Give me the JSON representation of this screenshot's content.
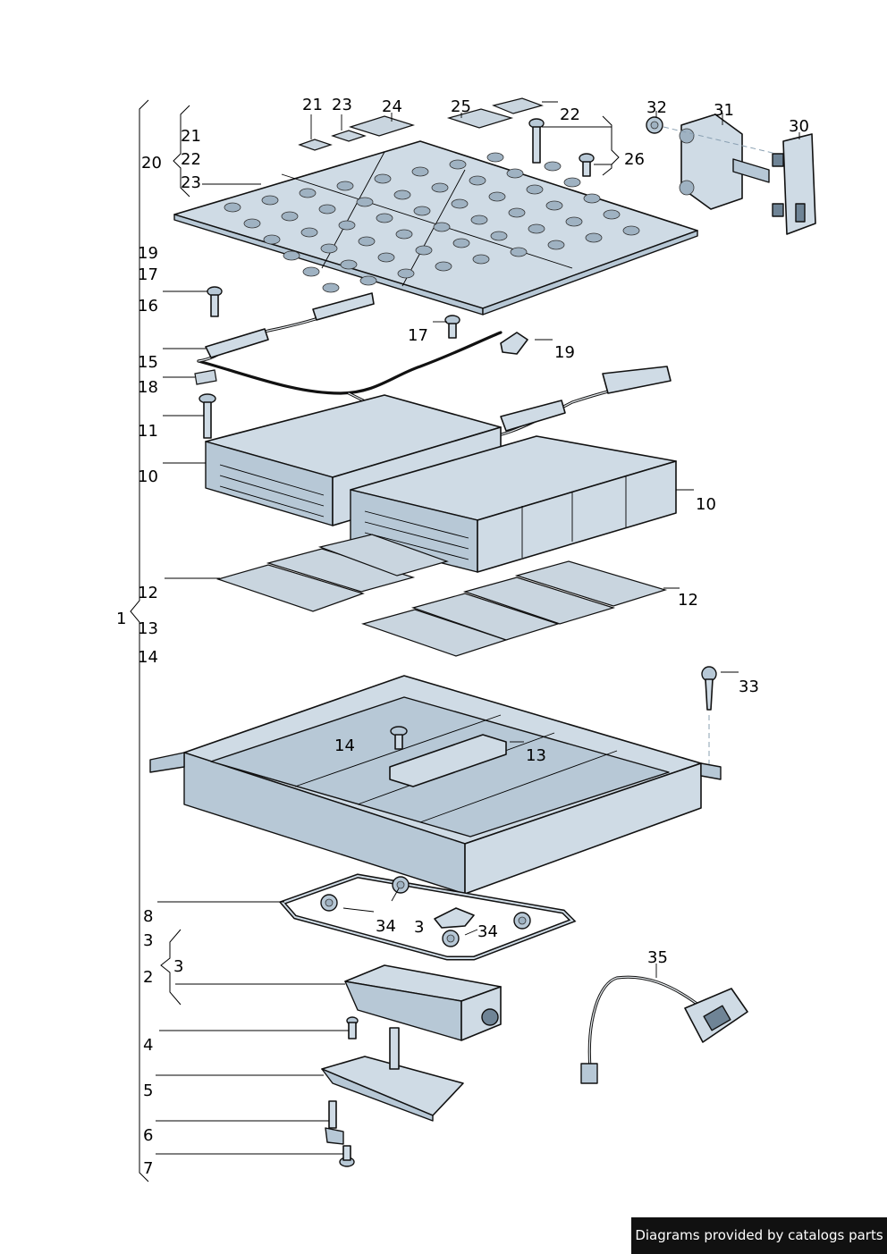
{
  "labels": {
    "l1": "1",
    "l2": "2",
    "l3a": "3",
    "l3b": "3",
    "l3c": "3",
    "l4": "4",
    "l5": "5",
    "l6": "6",
    "l7": "7",
    "l8": "8",
    "l10a": "10",
    "l10b": "10",
    "l11": "11",
    "l12a": "12",
    "l12b": "12",
    "l13a": "13",
    "l13b": "13",
    "l14a": "14",
    "l14b": "14",
    "l15": "15",
    "l16": "16",
    "l17a": "17",
    "l17b": "17",
    "l18": "18",
    "l19a": "19",
    "l19b": "19",
    "l20": "20",
    "l21a": "21",
    "l21b": "21",
    "l22a": "22",
    "l22b": "22",
    "l23a": "23",
    "l23b": "23",
    "l24": "24",
    "l25": "25",
    "l26": "26",
    "l30": "30",
    "l31": "31",
    "l32": "32",
    "l33": "33",
    "l34a": "34",
    "l34b": "34",
    "l35": "35"
  },
  "footer": {
    "text": "Diagrams provided by catalogs parts"
  },
  "colors": {
    "part_fill": "#cfdbe5",
    "part_shade": "#b7c8d6",
    "footer_bg": "#111111"
  }
}
